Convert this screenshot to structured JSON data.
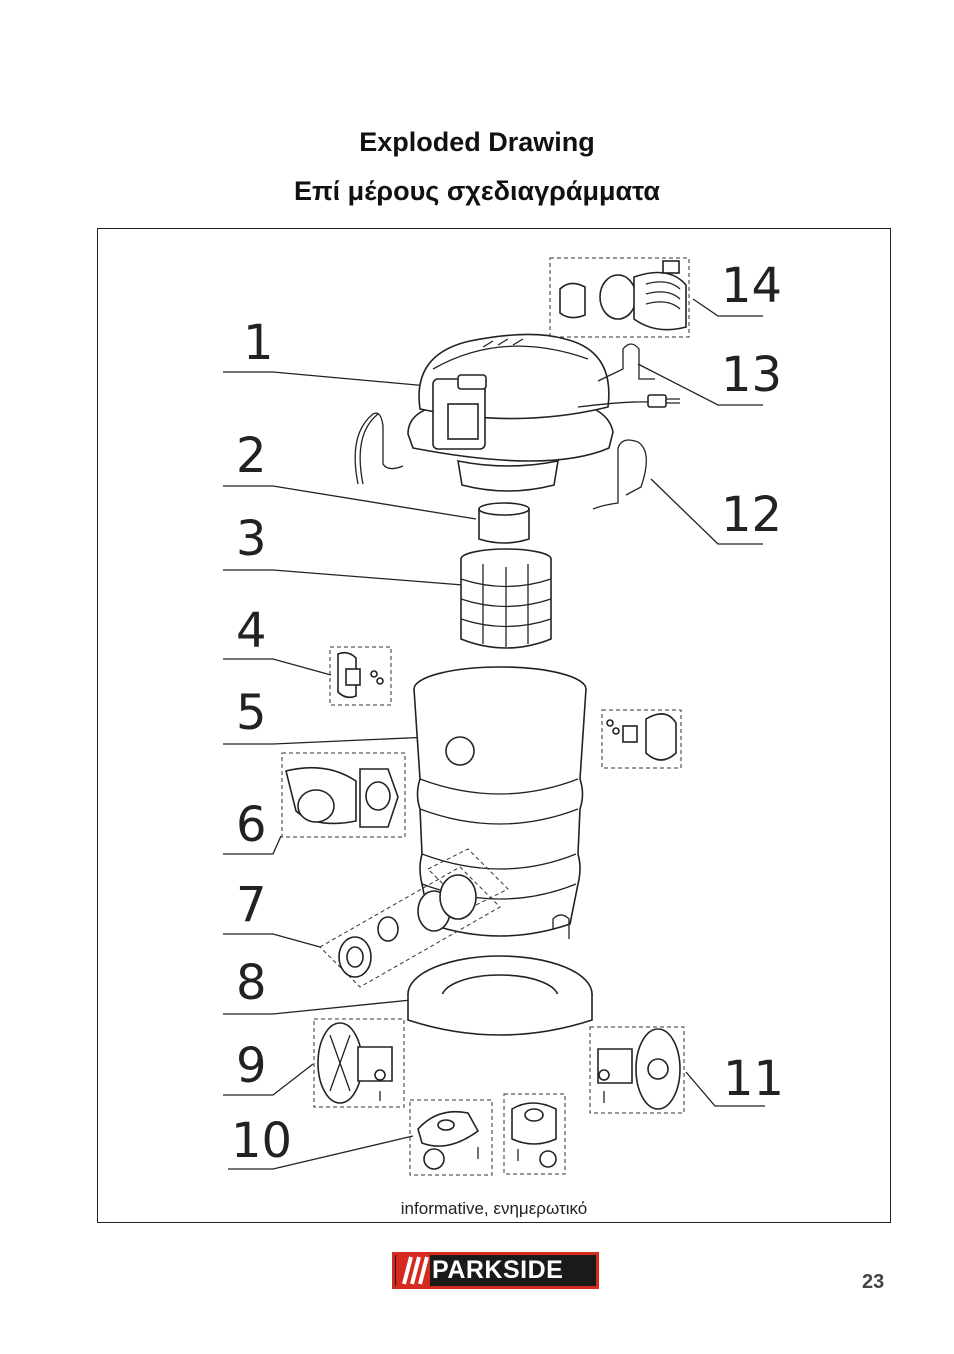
{
  "titles": {
    "en": "Exploded Drawing",
    "el": "Επί μέρους σχεδιαγράμματα"
  },
  "callouts": [
    "1",
    "2",
    "3",
    "4",
    "5",
    "6",
    "7",
    "8",
    "9",
    "10",
    "11",
    "12",
    "13",
    "14"
  ],
  "note": "informative, ενημερωτικό",
  "brand": {
    "name": "PARKSIDE",
    "slashes": "///",
    "colors": {
      "red": "#d52b1e",
      "black": "#1a1a1a"
    }
  },
  "page_number": "23"
}
